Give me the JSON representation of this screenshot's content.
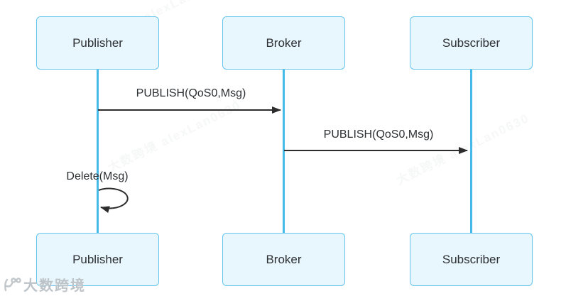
{
  "diagram": {
    "type": "sequence-diagram",
    "actors_top": [
      {
        "label": "Publisher"
      },
      {
        "label": "Broker"
      },
      {
        "label": "Subscriber"
      }
    ],
    "actors_bottom": [
      {
        "label": "Publisher"
      },
      {
        "label": "Broker"
      },
      {
        "label": "Subscriber"
      }
    ],
    "messages": [
      {
        "from": "Publisher",
        "to": "Broker",
        "label": "PUBLISH(QoS0,Msg)",
        "self_message": false
      },
      {
        "from": "Broker",
        "to": "Subscriber",
        "label": "PUBLISH(QoS0,Msg)",
        "self_message": false
      },
      {
        "from": "Publisher",
        "to": "Publisher",
        "label": "Delete(Msg)",
        "self_message": true
      }
    ]
  },
  "colors": {
    "box_fill": "#e8f6fd",
    "box_border": "#67c5ee",
    "lifeline": "#45b9e7",
    "arrow": "#2d2d2d",
    "text": "#2d3033",
    "watermark": "#b2babf"
  },
  "watermark": {
    "text": "大数跨境",
    "diagonal_text": "大数跨境 alexLan0630"
  }
}
